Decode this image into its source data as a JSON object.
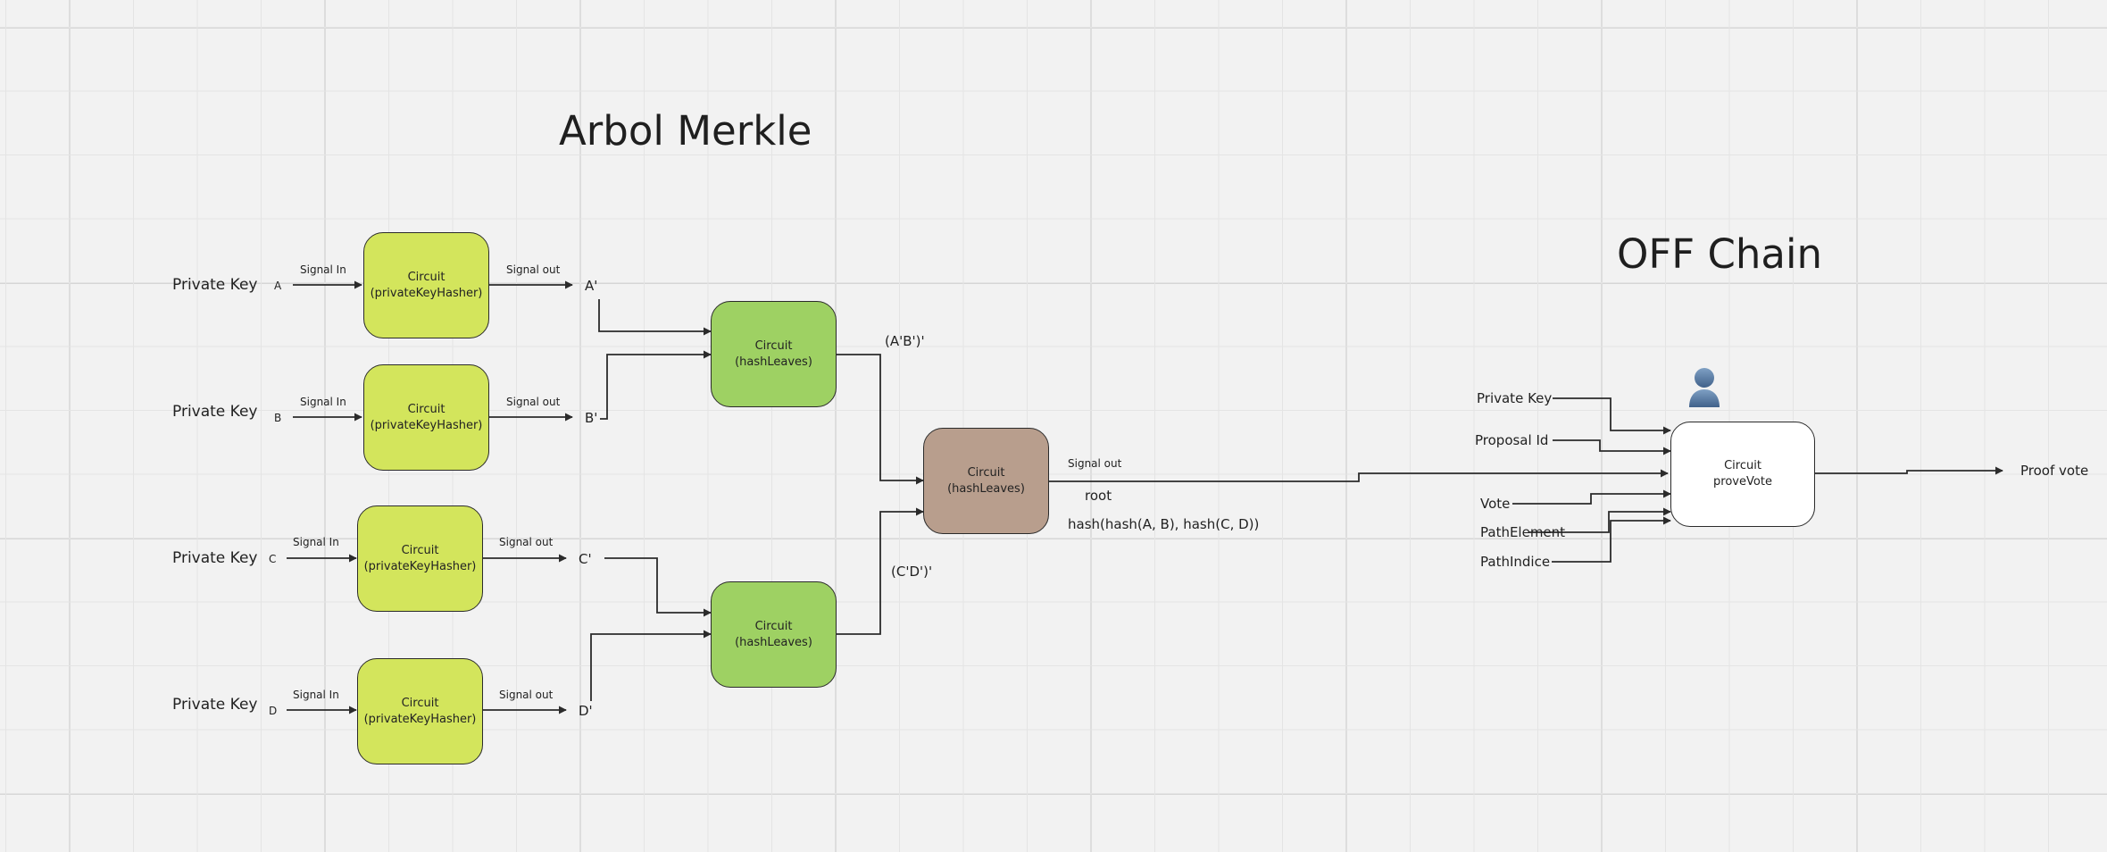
{
  "titles": {
    "merkle": "Arbol Merkle",
    "offchain": "OFF Chain"
  },
  "leaves": [
    {
      "private_key": "Private Key",
      "letter": "A",
      "signal_in": "Signal In",
      "circuit_line1": "Circuit",
      "circuit_line2": "(privateKeyHasher)",
      "signal_out": "Signal out",
      "output": "A'"
    },
    {
      "private_key": "Private Key",
      "letter": "B",
      "signal_in": "Signal In",
      "circuit_line1": "Circuit",
      "circuit_line2": "(privateKeyHasher)",
      "signal_out": "Signal out",
      "output": "B'"
    },
    {
      "private_key": "Private Key",
      "letter": "C",
      "signal_in": "Signal In",
      "circuit_line1": "Circuit",
      "circuit_line2": "(privateKeyHasher)",
      "signal_out": "Signal out",
      "output": "C'"
    },
    {
      "private_key": "Private Key",
      "letter": "D",
      "signal_in": "Signal In",
      "circuit_line1": "Circuit",
      "circuit_line2": "(privateKeyHasher)",
      "signal_out": "Signal out",
      "output": "D'"
    }
  ],
  "hash_nodes": [
    {
      "line1": "Circuit",
      "line2": "(hashLeaves)",
      "output": "(A'B')'"
    },
    {
      "line1": "Circuit",
      "line2": "(hashLeaves)",
      "output": "(C'D')'"
    }
  ],
  "root_node": {
    "line1": "Circuit",
    "line2": "(hashLeaves)",
    "signal_out": "Signal out",
    "root_label": "root",
    "formula": "hash(hash(A, B), hash(C, D))"
  },
  "prove_vote": {
    "line1": "Circuit",
    "line2": "proveVote",
    "inputs": [
      "Private Key",
      "Proposal Id",
      "Vote",
      "PathElement",
      "PathIndice"
    ],
    "output": "Proof vote",
    "avatar_icon": "user-icon"
  },
  "colors": {
    "hasher": "#d3e55c",
    "hash_leaves": "#9ed163",
    "root": "#b89e8d",
    "prove_vote": "#ffffff",
    "avatar": "#5b7fa6"
  }
}
